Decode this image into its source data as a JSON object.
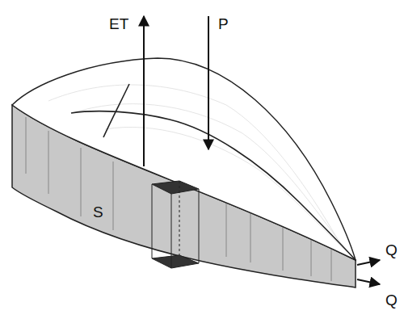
{
  "diagram": {
    "labels": [
      "ET",
      "P",
      "S",
      "Q",
      "Q"
    ]
  }
}
